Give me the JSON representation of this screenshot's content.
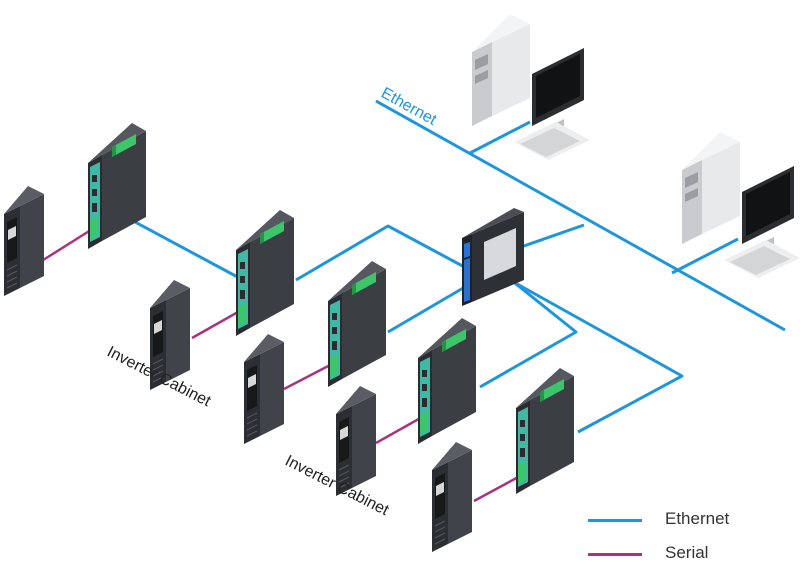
{
  "labels": {
    "ethernet_backbone": "Ethernet",
    "inverter_cabinet_1": "Inverter Cabinet",
    "inverter_cabinet_2": "Inverter Cabinet"
  },
  "legend": {
    "ethernet": "Ethernet",
    "serial": "Serial"
  },
  "colors": {
    "ethernet": "#1e96dc",
    "serial": "#a8337e",
    "device_dark": "#3a3d41",
    "device_panel": "#3fb8a6",
    "terminal_green": "#3cc56a"
  }
}
